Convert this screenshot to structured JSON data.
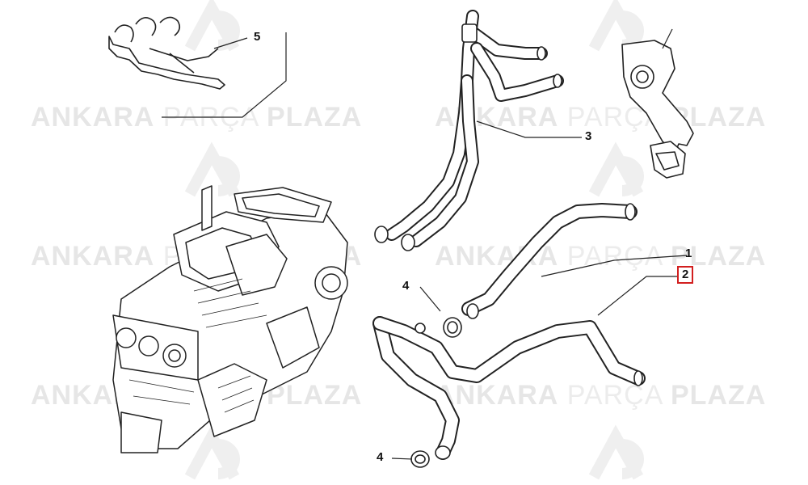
{
  "watermark": {
    "part1": "ANKARA",
    "part2": "PARÇA",
    "part3": "PLAZA",
    "logo": "AP"
  },
  "callouts": {
    "c1": "1",
    "c2": "2",
    "c3": "3",
    "c4a": "4",
    "c4b": "4",
    "c5": "5"
  },
  "highlight_color": "#d21f1f",
  "line_color": "#222222"
}
